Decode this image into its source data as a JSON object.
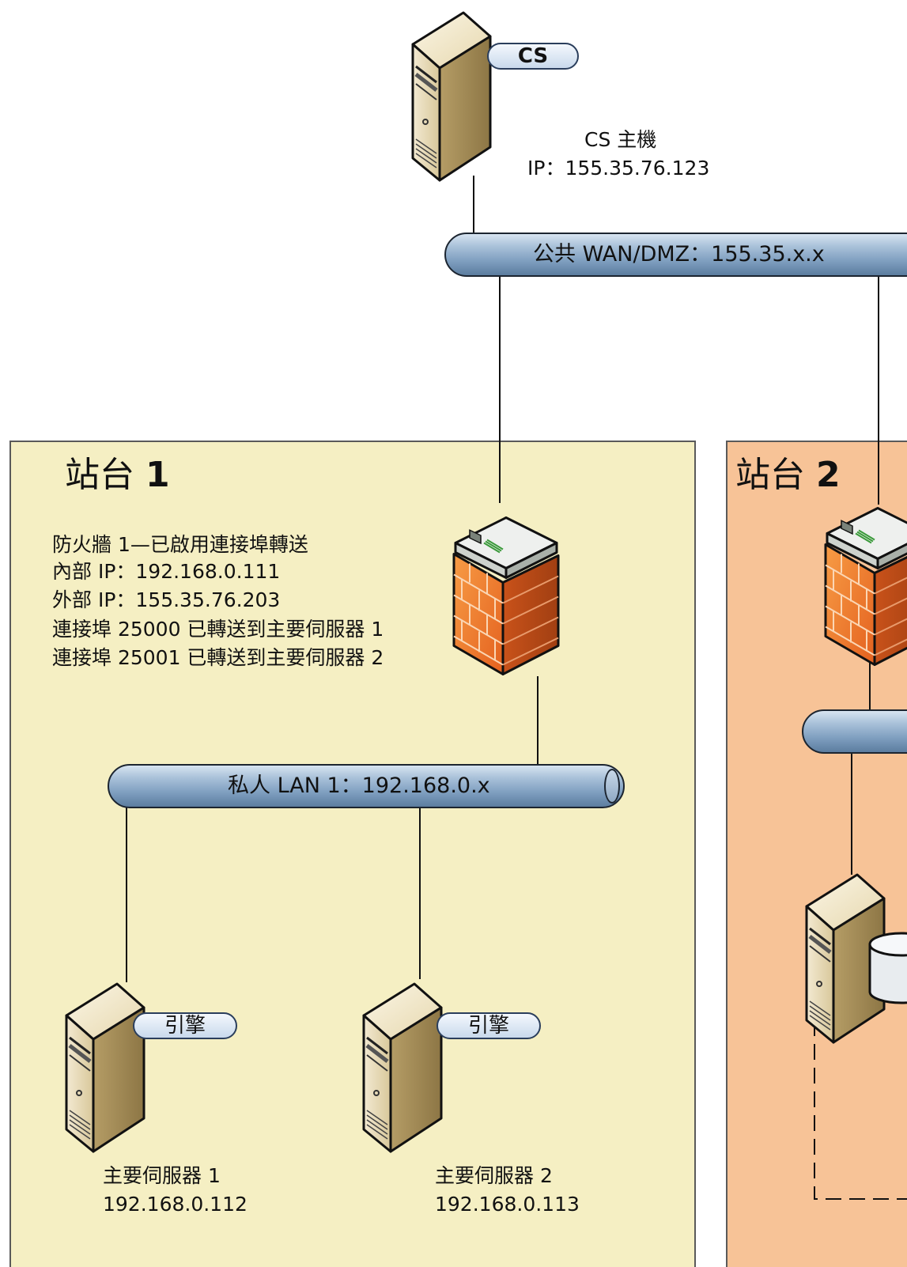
{
  "cs_host": {
    "badge": "CS",
    "name": "CS 主機",
    "ip": "IP：155.35.76.123"
  },
  "wan": {
    "label": "公共 WAN/DMZ：155.35.x.x"
  },
  "site1": {
    "title_prefix": "站台 ",
    "title_number": "1",
    "firewall_lines": [
      "防火牆 1—已啟用連接埠轉送",
      "內部 IP：192.168.0.111",
      "外部 IP：155.35.76.203",
      "連接埠 25000 已轉送到主要伺服器 1",
      "連接埠 25001 已轉送到主要伺服器 2"
    ],
    "lan": {
      "label": "私人 LAN 1：192.168.0.x"
    },
    "servers": [
      {
        "badge": "引擎",
        "name": "主要伺服器 1",
        "ip": "192.168.0.112"
      },
      {
        "badge": "引擎",
        "name": "主要伺服器 2",
        "ip": "192.168.0.113"
      }
    ]
  },
  "site2": {
    "title_prefix": "站台 ",
    "title_number": "2"
  },
  "colors": {
    "site1_fill": "#f5efc3",
    "site2_fill": "#f7c397",
    "bus_blue": "#7f9fc0",
    "firewall_orange": "#f07a2a"
  },
  "icons": {
    "server": "server-tower-icon",
    "firewall": "firewall-router-icon",
    "database": "database-icon"
  }
}
